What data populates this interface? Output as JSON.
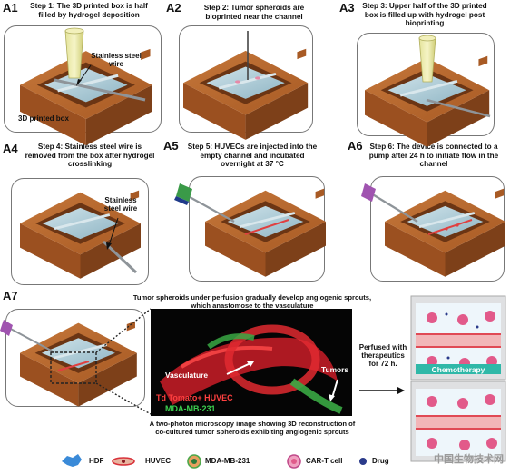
{
  "panels": {
    "a1": {
      "label": "A1",
      "step": "Step 1: The 3D printed box is half filled by hydrogel deposition",
      "ann_wire": "Stainless steel wire",
      "ann_box": "3D printed box"
    },
    "a2": {
      "label": "A2",
      "step": "Step 2: Tumor spheroids are bioprinted near the channel"
    },
    "a3": {
      "label": "A3",
      "step": "Step 3: Upper half of the 3D printed box is filled up with hydrogel post bioprinting"
    },
    "a4": {
      "label": "A4",
      "step": "Step 4: Stainless steel wire is removed from the box after hydrogel crosslinking",
      "ann_wire": "Stainless steel wire"
    },
    "a5": {
      "label": "A5",
      "step": "Step 5: HUVECs are injected into the empty channel and incubated overnight at 37 °C"
    },
    "a6": {
      "label": "A6",
      "step": "Step 6: The device is connected to a pump after 24 h to initiate flow in the channel"
    },
    "a7": {
      "label": "A7",
      "top_caption": "Tumor spheroids under perfusion gradually develop angiogenic sprouts, which anastomose to the vasculature",
      "vasculature": "Vasculature",
      "tumors": "Tumors",
      "huvec_label": "Td Tomato+ HUVEC",
      "mda_label": "MDA-MB-231",
      "bottom_caption": "A two-photon microscopy image showing 3D reconstruction of co-cultured tumor spheroids exhibiting angiogenic sprouts",
      "perfused": "Perfused with therapeutics for 72 h.",
      "chemo": "Chemotherapy"
    }
  },
  "legend": [
    {
      "label": "HDF",
      "icon": "hdf-cell-icon"
    },
    {
      "label": "HUVEC",
      "icon": "huvec-cell-icon"
    },
    {
      "label": "MDA-MB-231",
      "icon": "mda-cell-icon"
    },
    {
      "label": "CAR-T cell",
      "icon": "car-t-cell-icon"
    },
    {
      "label": "Drug",
      "icon": "drug-icon"
    }
  ],
  "watermark": "中国生物技术网",
  "colors": {
    "box": "#b5652a",
    "box_dark": "#7d4019",
    "hydrogel": "#a9c9d6",
    "huvec_red": "#d8323a",
    "tumor_green": "#3aa844",
    "chemo_teal": "#2fb8a8"
  }
}
